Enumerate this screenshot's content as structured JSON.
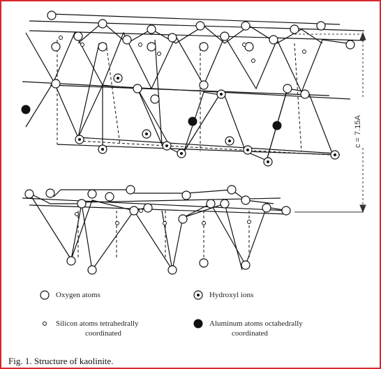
{
  "caption": "Fig. 1. Structure of kaolinite.",
  "dimension_label": "c = 7.15A",
  "legend": {
    "oxygen": "Oxygen atoms",
    "hydroxyl": "Hydroxyl ions",
    "silicon_line1": "Silicon atoms tetrahedrally",
    "silicon_line2": "coordinated",
    "aluminum_line1": "Aluminum atoms octahedrally",
    "aluminum_line2": "coordinated"
  },
  "colors": {
    "border": "#d8262c",
    "ink": "#111111"
  }
}
